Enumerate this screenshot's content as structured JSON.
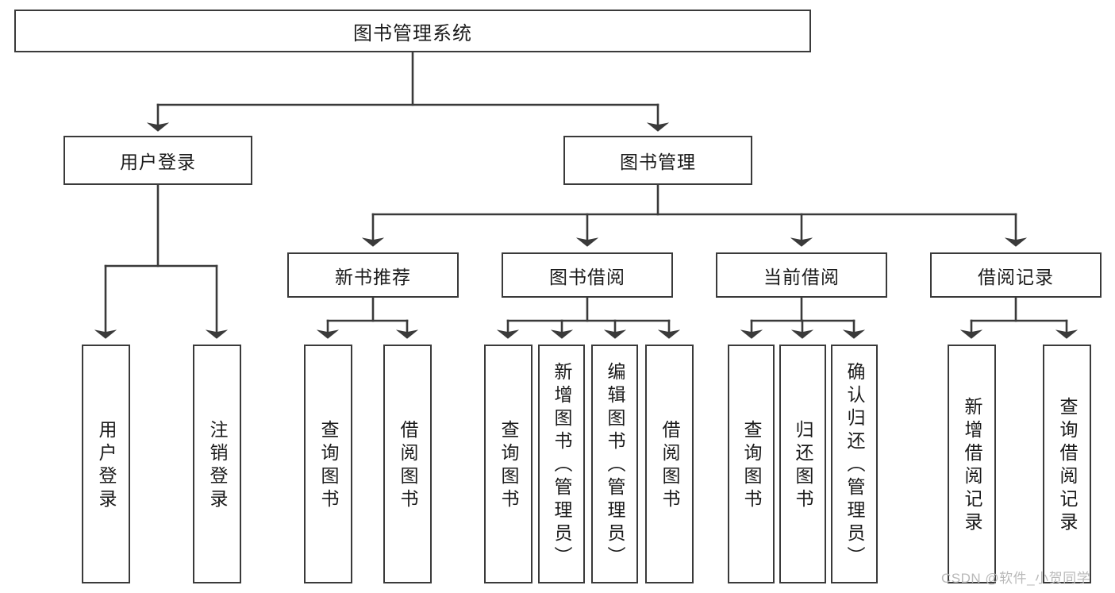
{
  "diagram": {
    "title": "图书管理系统",
    "type": "hierarchy-tree",
    "watermark": "CSDN @软件_小贺同学",
    "colors": {
      "box_border": "#3a3a3a",
      "box_fill": "#ffffff",
      "line": "#3a3a3a",
      "text": "#1b1b1b",
      "watermark": "#b9b9b9"
    },
    "root": {
      "label": "图书管理系统"
    },
    "level2": [
      {
        "label": "用户登录"
      },
      {
        "label": "图书管理"
      }
    ],
    "level3": [
      {
        "label": "新书推荐"
      },
      {
        "label": "图书借阅"
      },
      {
        "label": "当前借阅"
      },
      {
        "label": "借阅记录"
      }
    ],
    "leaves": {
      "user_login": [
        {
          "label": "用户登录"
        },
        {
          "label": "注销登录"
        }
      ],
      "new_book_recommend": [
        {
          "label": "查询图书"
        },
        {
          "label": "借阅图书"
        }
      ],
      "book_borrow": [
        {
          "label": "查询图书"
        },
        {
          "label": "新增图书（管理员）"
        },
        {
          "label": "编辑图书（管理员）"
        },
        {
          "label": "借阅图书"
        }
      ],
      "current_borrow": [
        {
          "label": "查询图书"
        },
        {
          "label": "归还图书"
        },
        {
          "label": "确认归还（管理员）"
        }
      ],
      "borrow_records": [
        {
          "label": "新增借阅记录"
        },
        {
          "label": "查询借阅记录"
        }
      ]
    }
  }
}
